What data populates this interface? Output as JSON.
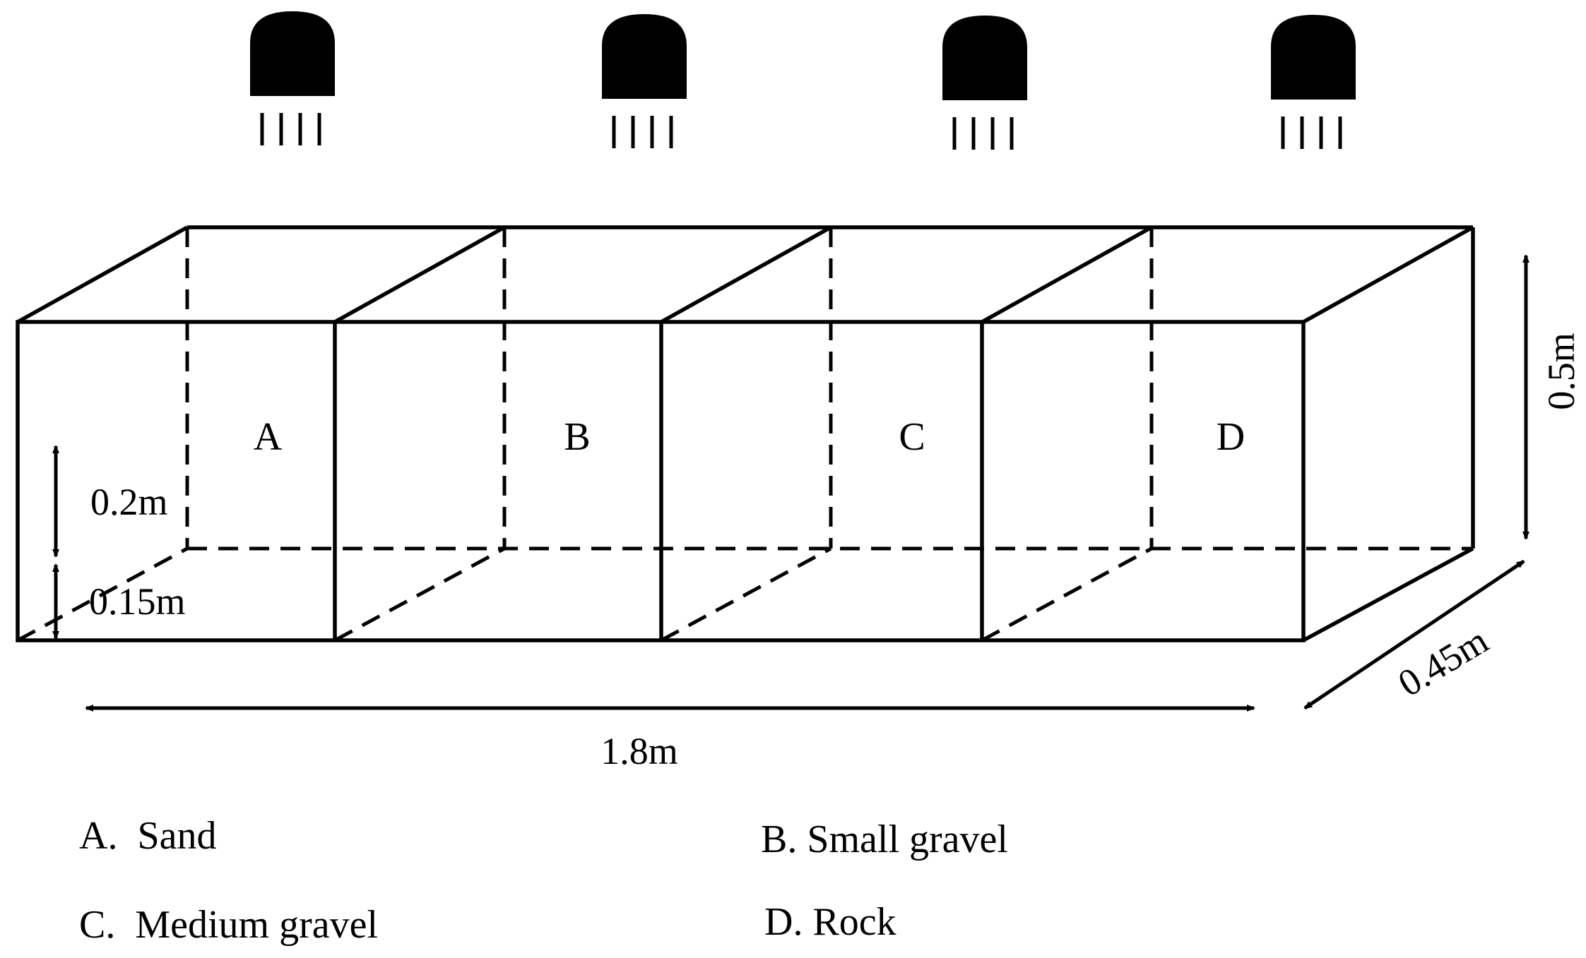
{
  "sprinklers": [
    {
      "icon": "rain-sprinkler-icon"
    },
    {
      "icon": "rain-sprinkler-icon"
    },
    {
      "icon": "rain-sprinkler-icon"
    },
    {
      "icon": "rain-sprinkler-icon"
    }
  ],
  "compartments": [
    {
      "label": "A"
    },
    {
      "label": "B"
    },
    {
      "label": "C"
    },
    {
      "label": "D"
    }
  ],
  "dimensions": {
    "upper_layer": "0.2m",
    "lower_layer": "0.15m",
    "length": "1.8m",
    "height": "0.5m",
    "width": "0.45m"
  },
  "legend": [
    "A.  Sand",
    "B. Small gravel",
    "C.  Medium gravel",
    "D. Rock"
  ]
}
